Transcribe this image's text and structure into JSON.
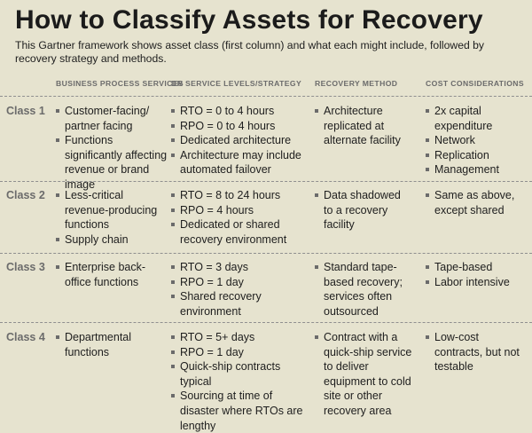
{
  "title": "How to Classify Assets for Recovery",
  "subtitle": "This Gartner framework shows asset class (first column) and what each might include, followed by recovery strategy and methods.",
  "headers": [
    "BUSINESS PROCESS SERVICES",
    "DR SERVICE LEVELS/STRATEGY",
    "RECOVERY METHOD",
    "COST CONSIDERATIONS"
  ],
  "rows": [
    {
      "class": "Class 1",
      "business": [
        "Customer-facing/ partner facing",
        "Functions significantly affecting revenue or brand image"
      ],
      "dr": [
        "RTO = 0 to 4 hours",
        "RPO = 0 to 4 hours",
        "Dedicated architecture",
        "Architecture may include automated failover"
      ],
      "method": [
        "Architecture replicated at alternate facility"
      ],
      "cost": [
        "2x capital expenditure",
        "Network",
        "Replication",
        "Management"
      ]
    },
    {
      "class": "Class 2",
      "business": [
        "Less-critical revenue-producing functions",
        "Supply chain"
      ],
      "dr": [
        "RTO = 8 to 24 hours",
        "RPO = 4 hours",
        "Dedicated or shared recovery environment"
      ],
      "method": [
        "Data shadowed to a recovery facility"
      ],
      "cost": [
        "Same as above, except shared"
      ]
    },
    {
      "class": "Class 3",
      "business": [
        "Enterprise back-office functions"
      ],
      "dr": [
        "RTO = 3 days",
        "RPO = 1 day",
        "Shared recovery environment"
      ],
      "method": [
        "Standard tape-based recovery; services often outsourced"
      ],
      "cost": [
        "Tape-based",
        "Labor intensive"
      ]
    },
    {
      "class": "Class 4",
      "business": [
        "Departmental functions"
      ],
      "dr": [
        "RTO = 5+ days",
        "RPO = 1 day",
        "Quick-ship contracts typical",
        "Sourcing at time of disaster where RTOs are lengthy"
      ],
      "method": [
        "Contract with a quick-ship service to deliver equipment to cold site or other recovery area"
      ],
      "cost": [
        "Low-cost contracts, but not testable"
      ]
    }
  ]
}
